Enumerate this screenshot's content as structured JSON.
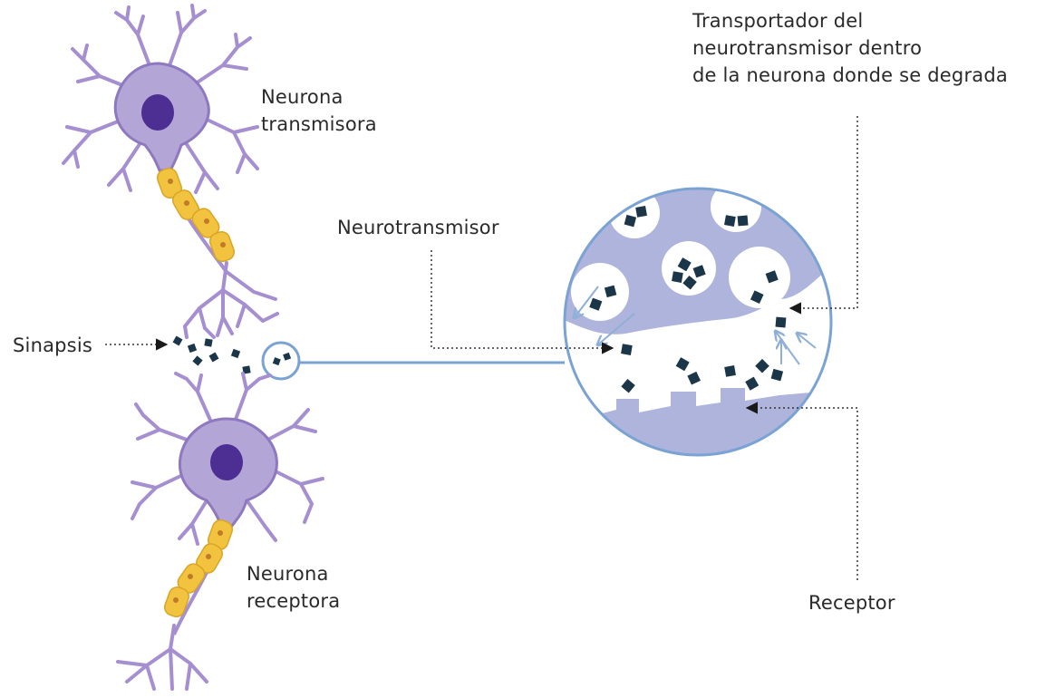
{
  "labels": {
    "neurona_transmisora": [
      "Neurona",
      "transmisora"
    ],
    "neurona_receptora": [
      "Neurona",
      "receptora"
    ],
    "sinapsis": "Sinapsis",
    "neurotransmisor": "Neurotransmisor",
    "transportador": [
      "Transportador del",
      "neurotransmisor dentro",
      "de la neurona donde se degrada"
    ],
    "receptor": "Receptor"
  },
  "colors": {
    "membrane": "#aeb4dc",
    "membrane_light": "#c9cde8",
    "circle_outline": "#7aa3d4",
    "neuron_body": "#b3a6d6",
    "neuron_outline": "#8e78bf",
    "nucleus": "#4d2f93",
    "myelin": "#f2c33e",
    "myelin_dot": "#c07a2a",
    "neurotransmitter": "#1b3648",
    "arrow_light": "#8fb0d6",
    "leader_line": "#333333"
  }
}
